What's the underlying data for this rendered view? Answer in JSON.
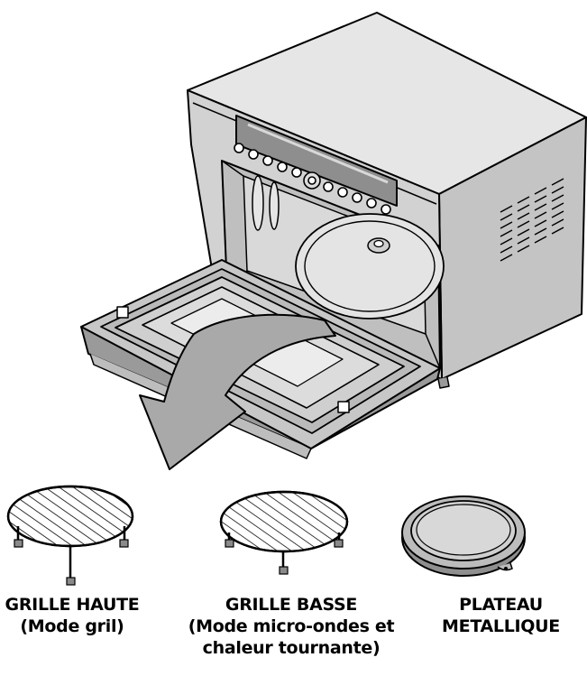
{
  "captions": {
    "grille_haute": {
      "line1": "GRILLE HAUTE",
      "line2": "(Mode gril)"
    },
    "grille_basse": {
      "line1": "GRILLE BASSE",
      "line2": "(Mode micro-ondes et",
      "line3": "chaleur tournante)"
    },
    "plateau": {
      "line1": "PLATEAU",
      "line2": "METALLIQUE"
    }
  },
  "colors": {
    "outline": "#000000",
    "body_light": "#d9d9d9",
    "body_mid": "#bdbdbd",
    "body_dark": "#9a9a9a",
    "window": "#8c8c8c",
    "glass": "#cfcfcf",
    "arrow": "#a8a8a8",
    "plate": "#bcbcbc",
    "plate_inner": "#d0d0d0"
  },
  "icons": {
    "oven": "microwave-oven-illustration",
    "arrow": "curved-arrow-icon",
    "rack_high": "high-rack-icon",
    "rack_low": "low-rack-icon",
    "plate": "metal-plate-icon"
  }
}
